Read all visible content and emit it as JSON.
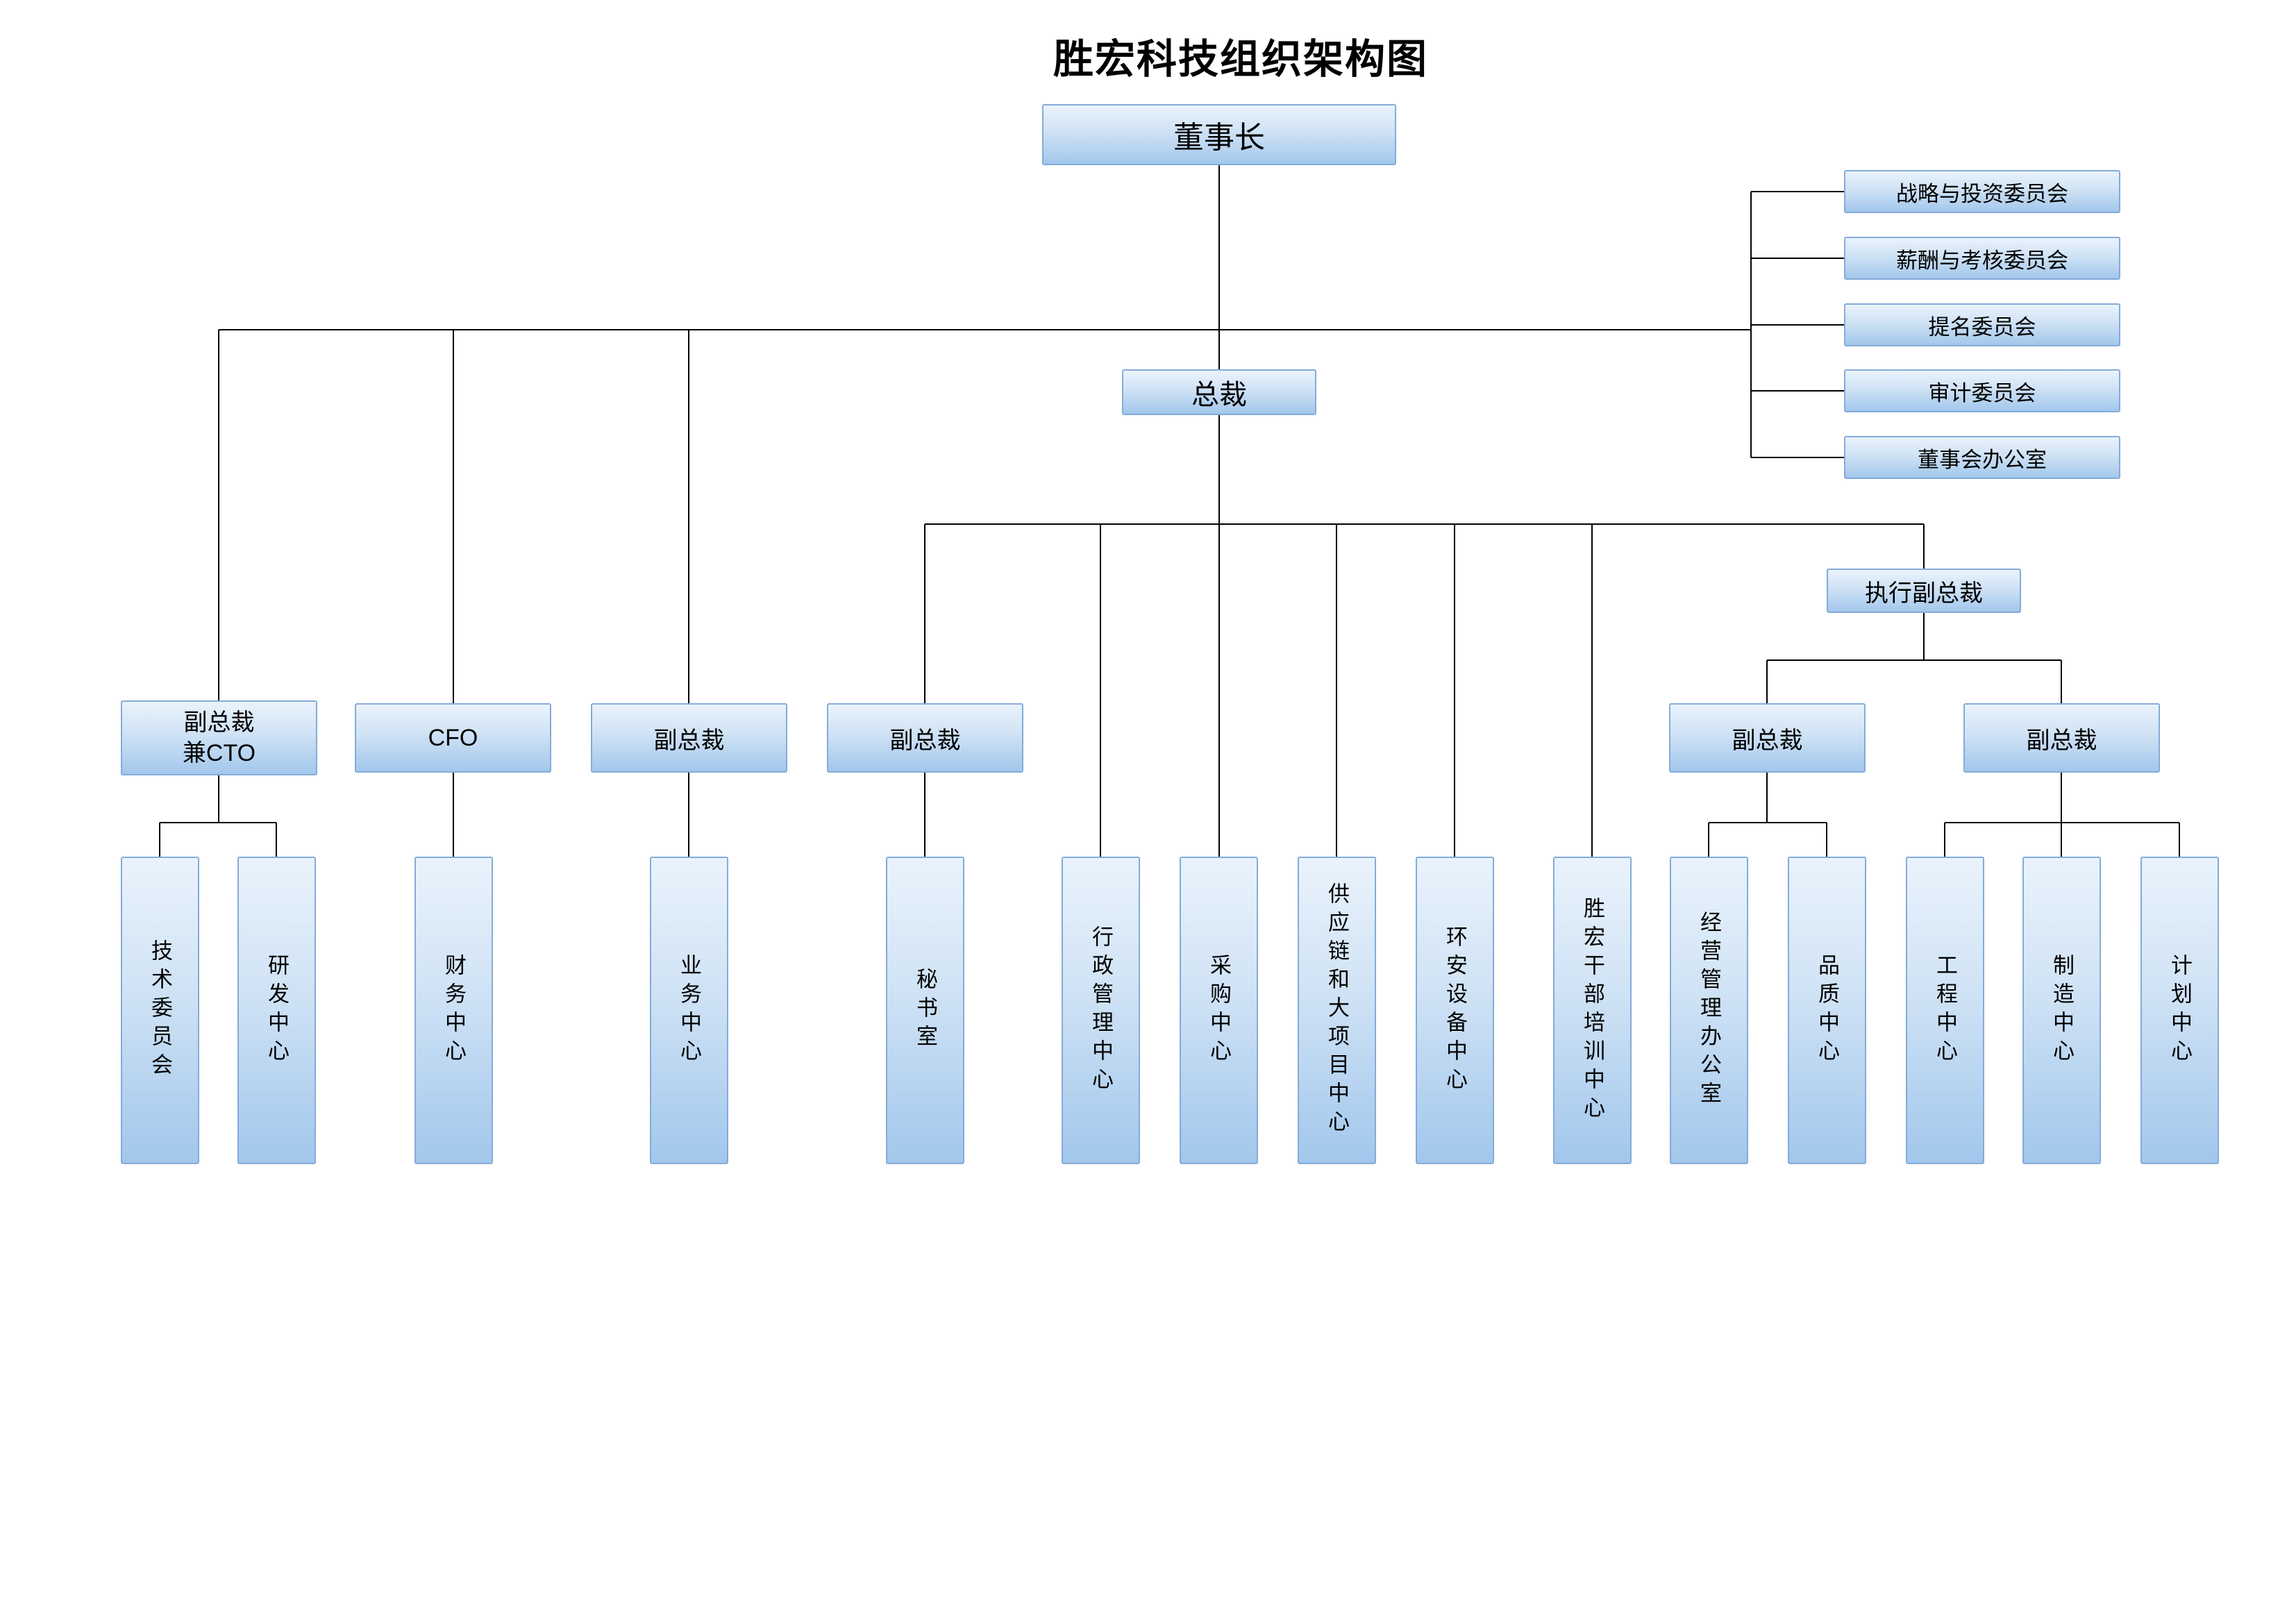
{
  "title": "胜宏科技组织架构图",
  "colors": {
    "box_border": "#84abd8",
    "box_gradient_top": "#eaf3fc",
    "box_gradient_bottom": "#a2c7ec",
    "connector": "#000000",
    "text": "#000000",
    "background": "#ffffff"
  },
  "nodes": {
    "chairman": "董事长",
    "president": "总裁",
    "strategy_committee": "战略与投资委员会",
    "compensation_committee": "薪酬与考核委员会",
    "nomination_committee": "提名委员会",
    "audit_committee": "审计委员会",
    "board_office": "董事会办公室",
    "evp": "执行副总裁",
    "vp_cto": "副总裁\n兼CTO",
    "cfo": "CFO",
    "vp_business": "副总裁",
    "vp_secretary": "副总裁",
    "vp_operations": "副总裁",
    "vp_manufacturing": "副总裁",
    "tech_committee": "技术委员会",
    "rd_center": "研发中心",
    "finance_center": "财务中心",
    "business_center": "业务中心",
    "secretary_office": "秘书室",
    "admin_center": "行政管理中心",
    "procurement_center": "采购中心",
    "supply_chain_center": "供应链和大项目中心",
    "ehs_center": "环安设备中心",
    "training_center": "胜宏干部培训中心",
    "operation_office": "经营管理办公室",
    "quality_center": "品质中心",
    "engineering_center": "工程中心",
    "manufacturing_center": "制造中心",
    "planning_center": "计划中心"
  },
  "edges": {
    "chairman": [
      "president",
      "strategy_committee",
      "compensation_committee",
      "nomination_committee",
      "audit_committee",
      "board_office",
      "vp_cto",
      "cfo",
      "vp_business"
    ],
    "president": [
      "vp_secretary",
      "admin_center",
      "procurement_center",
      "supply_chain_center",
      "ehs_center",
      "training_center",
      "evp"
    ],
    "evp": [
      "vp_operations",
      "vp_manufacturing"
    ],
    "vp_cto": [
      "tech_committee",
      "rd_center"
    ],
    "cfo": [
      "finance_center"
    ],
    "vp_business": [
      "business_center"
    ],
    "vp_secretary": [
      "secretary_office"
    ],
    "vp_operations": [
      "operation_office",
      "quality_center"
    ],
    "vp_manufacturing": [
      "engineering_center",
      "manufacturing_center",
      "planning_center"
    ]
  }
}
